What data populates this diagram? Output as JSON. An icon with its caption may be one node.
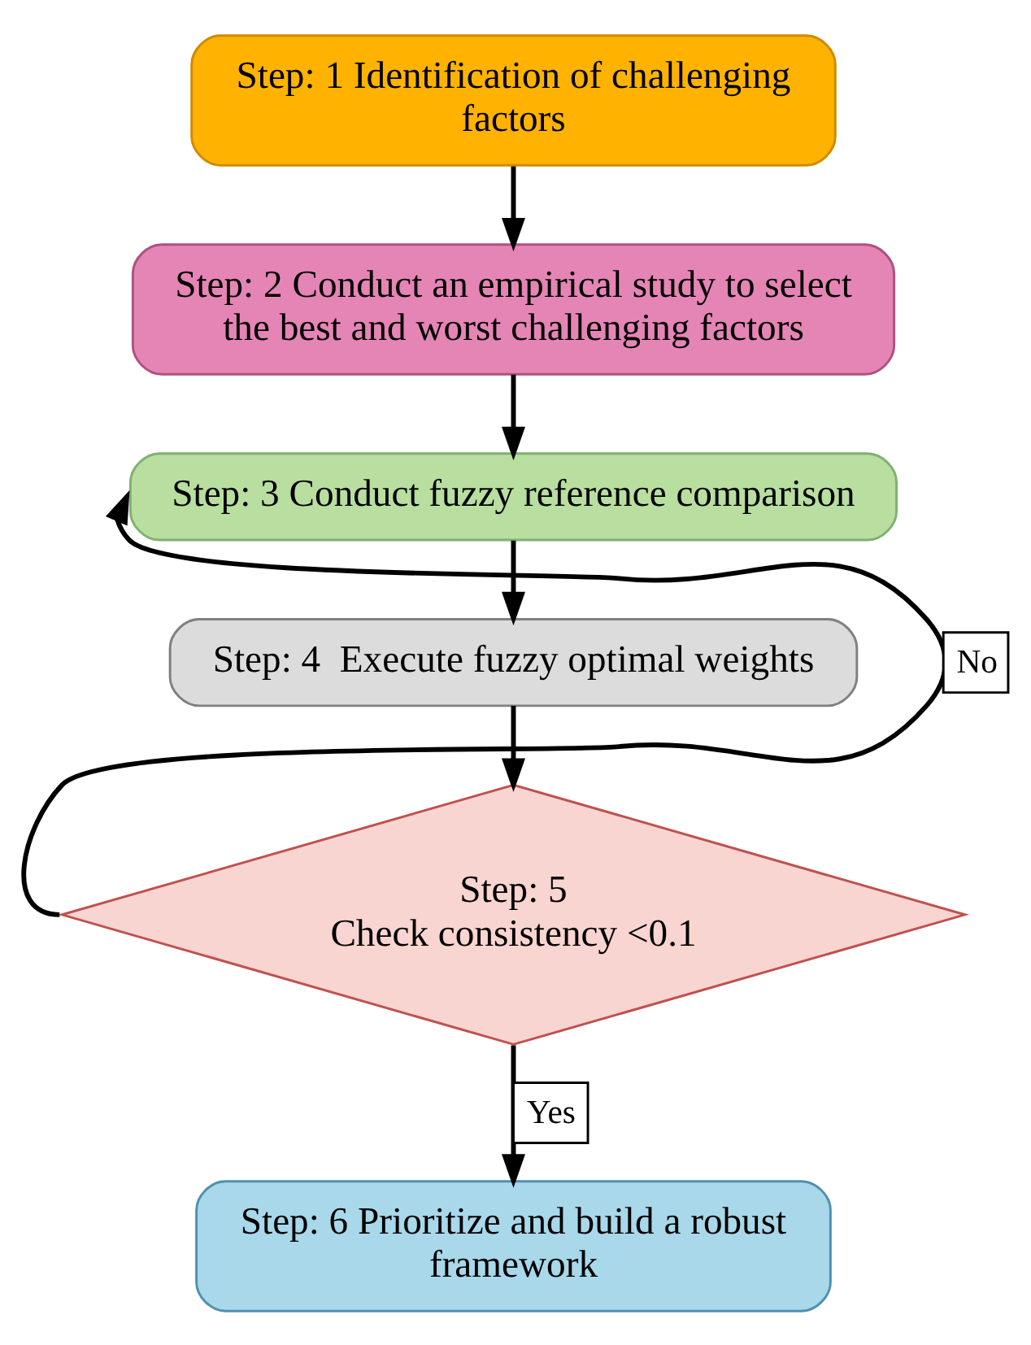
{
  "diagram": {
    "nodes": [
      {
        "text": [
          "Step: 1 Identification of challenging factors"
        ]
      },
      {
        "text": [
          "Step: 2 Conduct an empirical study to select the best and worst challenging factors"
        ]
      },
      {
        "text": [
          "Step: 3 Conduct fuzzy reference comparison"
        ]
      },
      {
        "text": [
          "Step: 4  Execute fuzzy optimal weights"
        ]
      },
      {
        "text": [
          "Step: 5",
          "Check consistency <0.1"
        ]
      },
      {
        "text": [
          "Step: 6 Prioritize and build a robust framework"
        ]
      }
    ],
    "edges": [
      {
        "from": 0,
        "to": 1,
        "arrow": "to"
      },
      {
        "from": 1,
        "to": 2,
        "arrow": "to"
      },
      {
        "from": 2,
        "to": 3,
        "arrow": "to"
      },
      {
        "from": 3,
        "to": 4,
        "arrow": "to"
      },
      {
        "from": 4,
        "to": 2,
        "arrow": "to",
        "label": "No"
      },
      {
        "from": 4,
        "to": 5,
        "arrow": "to",
        "label": "Yes"
      }
    ]
  }
}
